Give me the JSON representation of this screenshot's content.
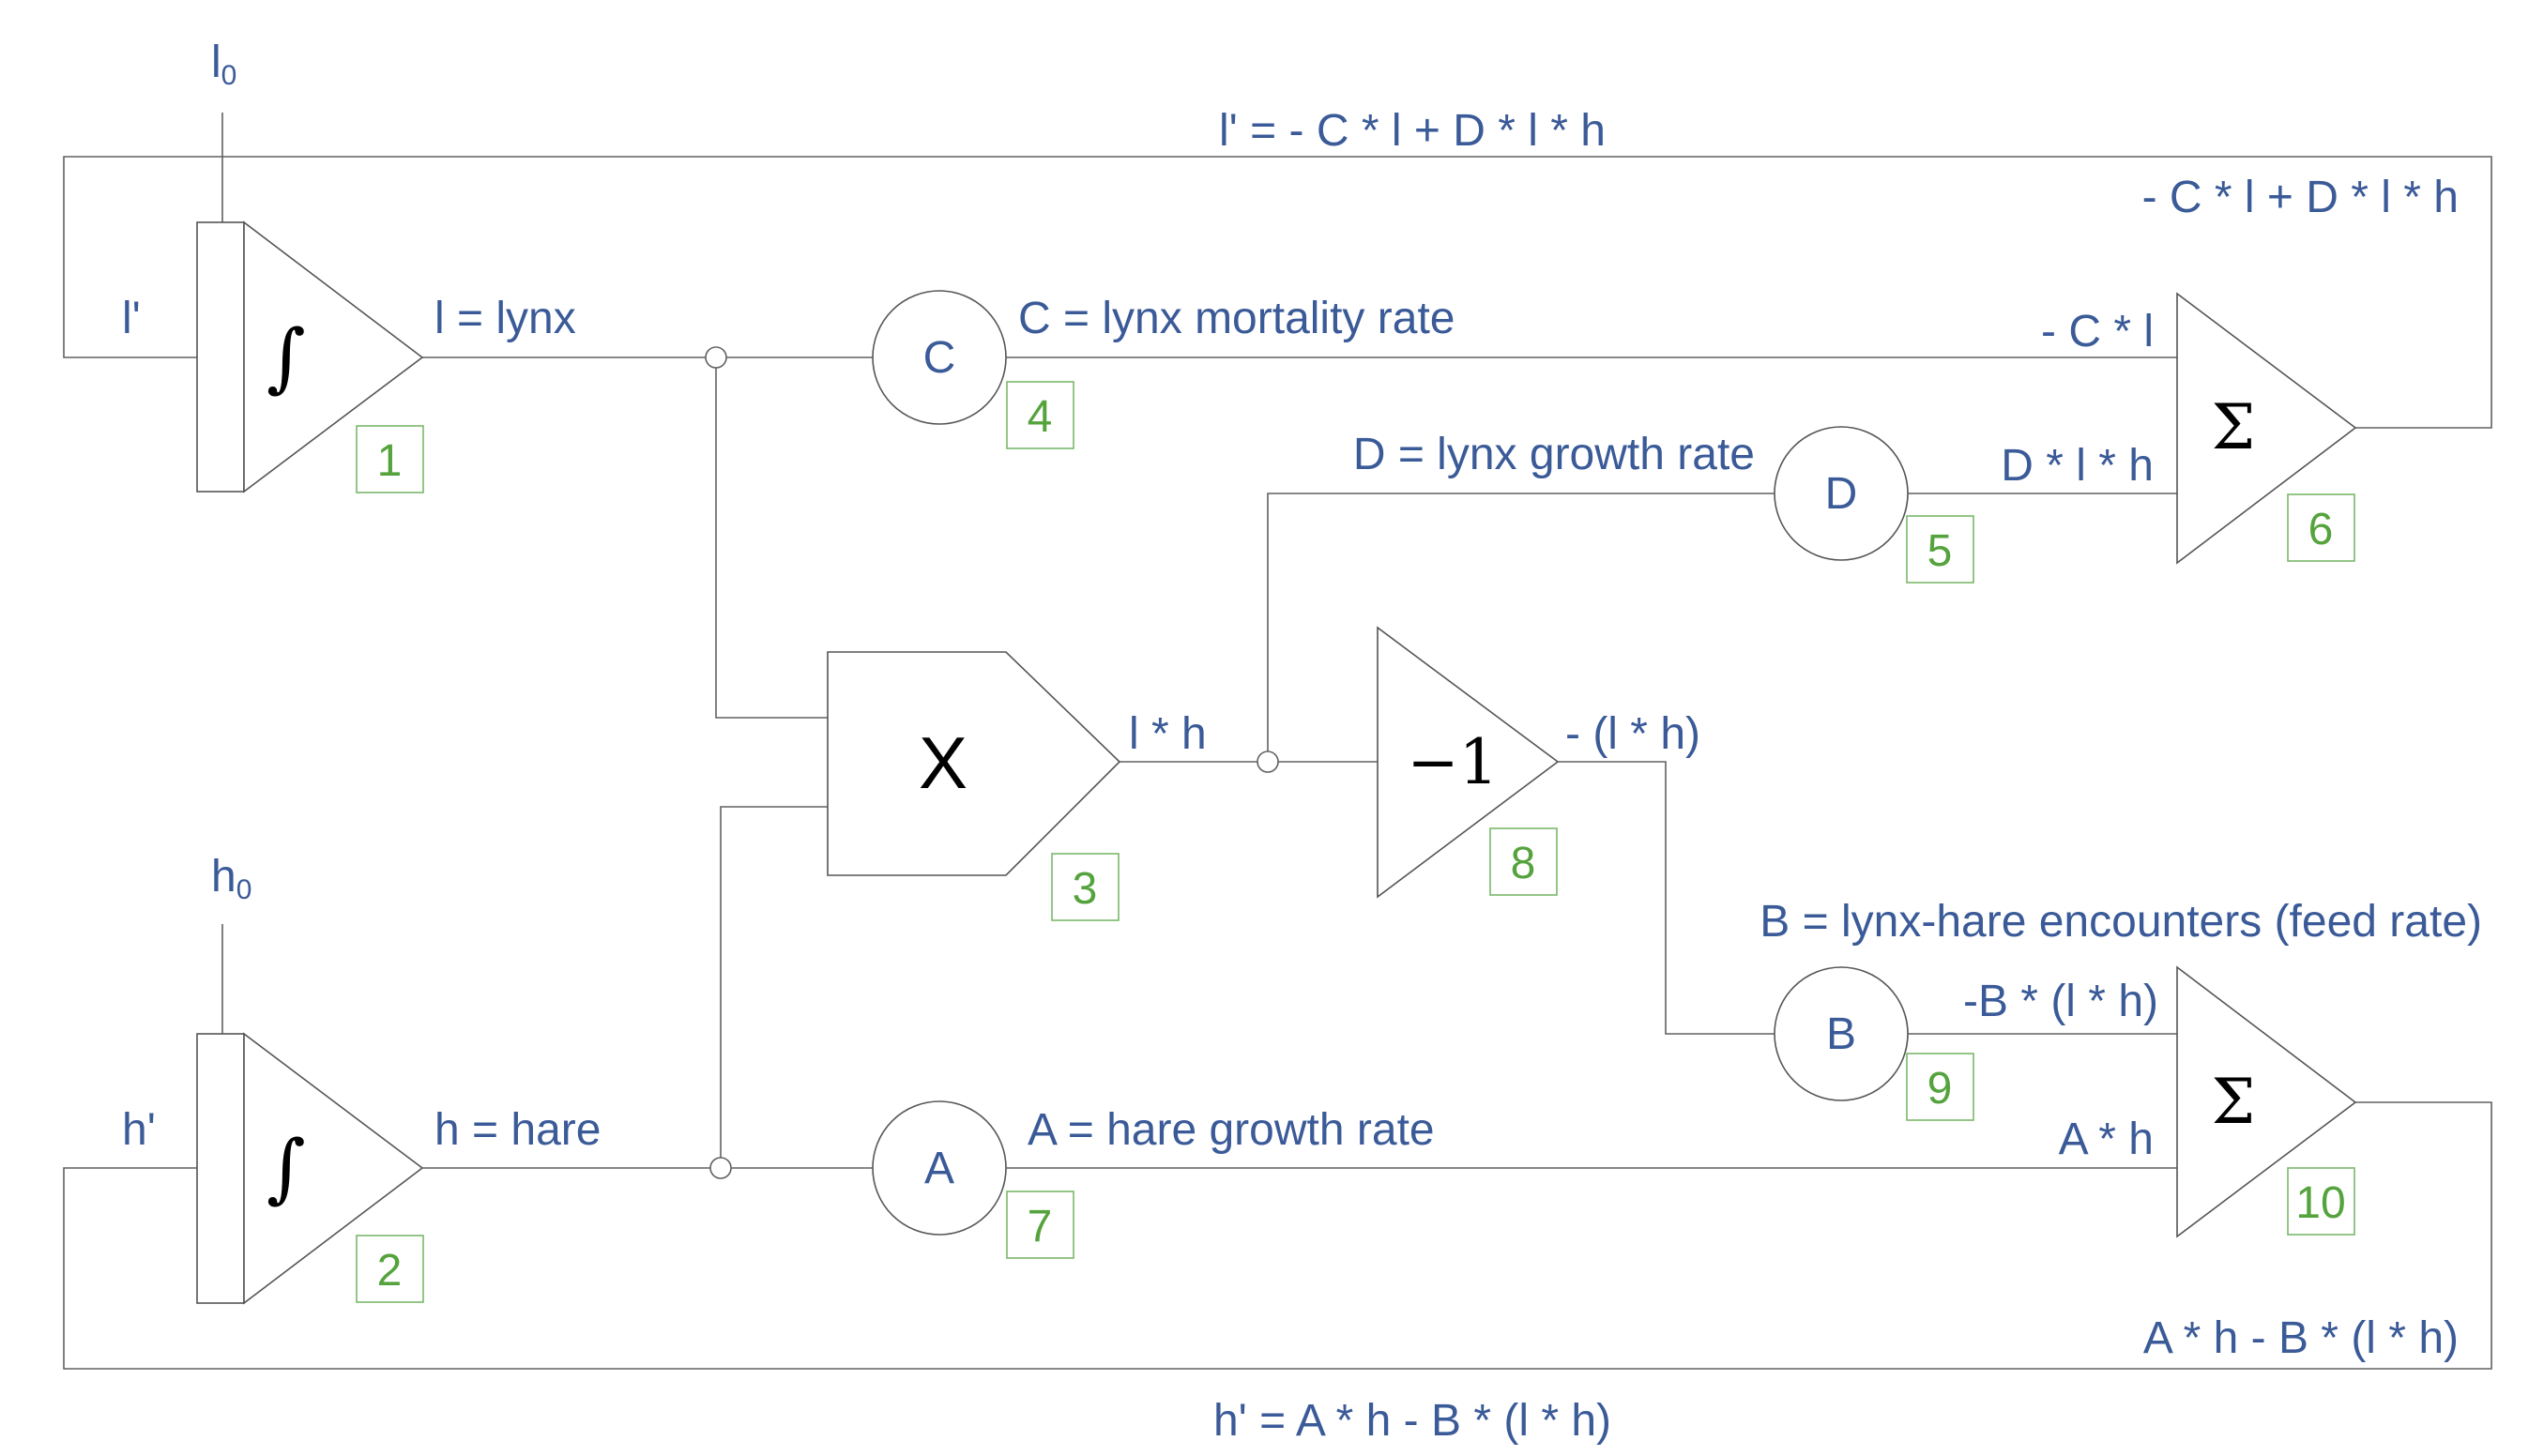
{
  "initial_conditions": {
    "lynx_base": "l",
    "lynx_sub": "0",
    "hare_base": "h",
    "hare_sub": "0"
  },
  "symbols": {
    "integrator": "∫",
    "multiplier": "X",
    "negate": "−1",
    "sum": "Σ"
  },
  "gains": {
    "C": "C",
    "D": "D",
    "B": "B",
    "A": "A"
  },
  "blocks": [
    {
      "id": "integrator-lynx",
      "number": "1"
    },
    {
      "id": "integrator-hare",
      "number": "2"
    },
    {
      "id": "multiplier",
      "number": "3"
    },
    {
      "id": "gain-c",
      "number": "4"
    },
    {
      "id": "gain-d",
      "number": "5"
    },
    {
      "id": "sum-lynx",
      "number": "6"
    },
    {
      "id": "gain-a",
      "number": "7"
    },
    {
      "id": "negate",
      "number": "8"
    },
    {
      "id": "gain-b",
      "number": "9"
    },
    {
      "id": "sum-hare",
      "number": "10"
    }
  ],
  "labels": {
    "lynx_equation": "l' = - C * l + D * l * h",
    "lynx_sum_out": "- C * l + D * l * h",
    "lynx_derivative": "l'",
    "lynx_state": "l = lynx",
    "c_desc": "C = lynx mortality rate",
    "c_term": "- C * l",
    "d_desc": "D = lynx growth rate",
    "d_term": "D * l * h",
    "product": "l * h",
    "negated_product": "- (l * h)",
    "b_desc": "B = lynx-hare encounters (feed rate)",
    "b_term": "-B * (l * h)",
    "hare_derivative": "h'",
    "hare_state": "h = hare",
    "a_desc": "A = hare growth rate",
    "a_term": "A * h",
    "hare_sum_out": "A * h - B * (l * h)",
    "hare_equation": "h' = A * h - B * (l * h)"
  }
}
